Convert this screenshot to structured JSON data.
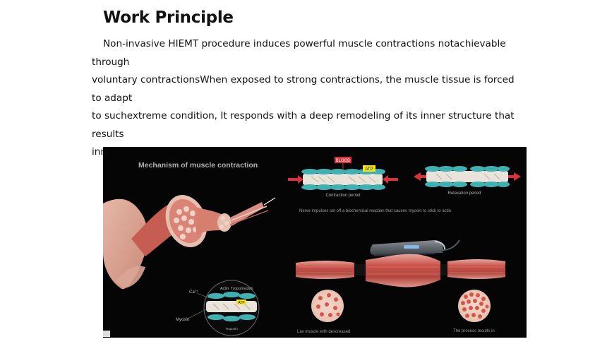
{
  "document": {
    "title": "Work Principle",
    "paragraph_lines": [
      "Non-invasive HIEMT procedure induces powerful muscle contractions notachievable through",
      "voluntary contractionsWhen exposed to strong contractions, the muscle tissue is forced to adapt",
      "to suchextreme condition, It responds with a deep remodeling of its inner structure that results",
      "inmuscle building and sculpting your body."
    ]
  },
  "figure": {
    "heading": "Mechanism of muscle contraction",
    "blood_tag": "BLOOD",
    "atp_tag": "ATP",
    "contraction_label": "Contraction period",
    "relaxation_label": "Relaxation period",
    "nerve_caption": "Nerve impulses set off a biochemical reaction that causes myosin to stick to actin",
    "inset_labels": {
      "actin": "Actin",
      "tropomyosin": "Tropomyosin",
      "calcium": "Ca²⁺",
      "atp": "ATP",
      "myosin": "Myosin",
      "troponin": "Troponin"
    },
    "lax_caption": "Lax muscle with descreased",
    "result_caption": "The process results in"
  },
  "colors": {
    "figure_bg": "#050505",
    "muscle": "#c9524a",
    "accent_red": "#d8323a",
    "atp_yellow": "#f2e21a",
    "actin_teal": "#3fb1b3"
  }
}
